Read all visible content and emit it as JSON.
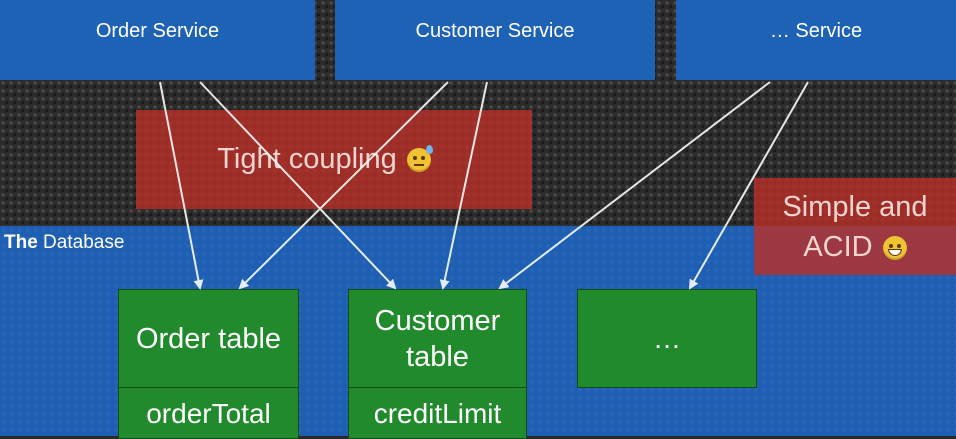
{
  "services": [
    {
      "label": "Order Service"
    },
    {
      "label": "Customer Service"
    },
    {
      "label": "… Service"
    }
  ],
  "callouts": {
    "coupling": "Tight coupling",
    "acid_line1": "Simple and",
    "acid_line2": "ACID"
  },
  "database": {
    "label_bold": "The",
    "label_rest": " Database"
  },
  "tables": [
    {
      "name": "Order table",
      "column": "orderTotal"
    },
    {
      "name_line1": "Customer",
      "name_line2": "table",
      "column": "creditLimit"
    },
    {
      "name": "…"
    }
  ],
  "icons": [
    "downcast-face-with-sweat-emoji",
    "grinning-face-emoji"
  ],
  "colors": {
    "service_box": "#1e62b6",
    "database_area": "#1e5fb3",
    "table_box": "#218a2c",
    "callout": "#b83028"
  }
}
